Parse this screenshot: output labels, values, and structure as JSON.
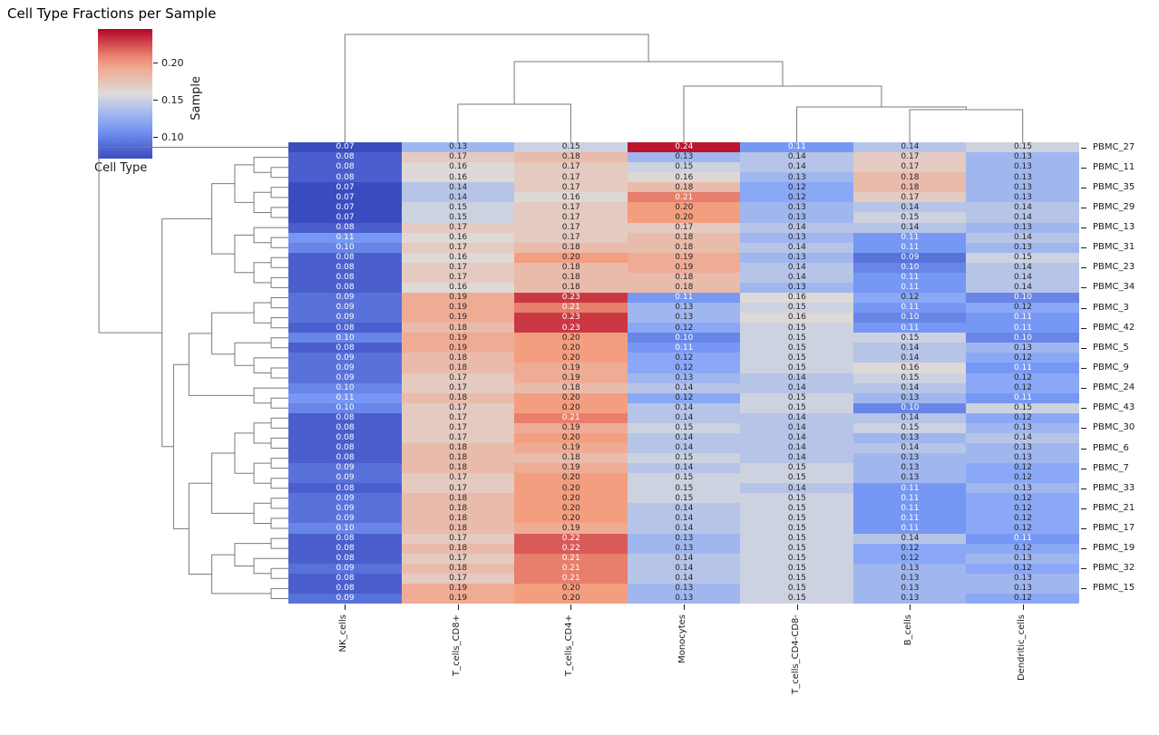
{
  "title": "Cell Type Fractions per Sample",
  "axis_labels": {
    "row": "Sample",
    "col": "Cell Type"
  },
  "colorbar": {
    "tick_labels": [
      "0.20",
      "0.15",
      "0.10"
    ],
    "tick_values": [
      0.2,
      0.15,
      0.1
    ],
    "vmin": 0.07,
    "vmax": 0.245,
    "colormap": "coolwarm"
  },
  "chart_data": {
    "type": "heatmap",
    "title": "Cell Type Fractions per Sample",
    "xlabel": "Cell Type",
    "ylabel": "Sample",
    "colormap": "coolwarm",
    "vmin": 0.07,
    "vmax": 0.245,
    "annotation_format": ".2f",
    "legend_position": "upper-left colorbar",
    "columns": [
      "NK_cells",
      "T_cells_CD8+",
      "T_cells_CD4+",
      "Monocytes",
      "T_cells_CD4-CD8-",
      "B_cells",
      "Dendritic_cells"
    ],
    "row_tick_labels": [
      "PBMC_27",
      "",
      "PBMC_11",
      "",
      "PBMC_35",
      "",
      "PBMC_29",
      "",
      "PBMC_13",
      "",
      "PBMC_31",
      "",
      "PBMC_23",
      "",
      "PBMC_34",
      "",
      "PBMC_3",
      "",
      "PBMC_42",
      "",
      "PBMC_5",
      "",
      "PBMC_9",
      "",
      "PBMC_24",
      "",
      "PBMC_43",
      "",
      "PBMC_30",
      "",
      "PBMC_6",
      "",
      "PBMC_7",
      "",
      "PBMC_33",
      "",
      "PBMC_21",
      "",
      "PBMC_17",
      "",
      "PBMC_19",
      "",
      "PBMC_32",
      "",
      "PBMC_15",
      ""
    ],
    "values": [
      [
        0.07,
        0.13,
        0.15,
        0.24,
        0.11,
        0.14,
        0.15
      ],
      [
        0.08,
        0.17,
        0.18,
        0.13,
        0.14,
        0.17,
        0.13
      ],
      [
        0.08,
        0.16,
        0.17,
        0.15,
        0.14,
        0.17,
        0.13
      ],
      [
        0.08,
        0.16,
        0.17,
        0.16,
        0.13,
        0.18,
        0.13
      ],
      [
        0.07,
        0.14,
        0.17,
        0.18,
        0.12,
        0.18,
        0.13
      ],
      [
        0.07,
        0.14,
        0.16,
        0.21,
        0.12,
        0.17,
        0.13
      ],
      [
        0.07,
        0.15,
        0.17,
        0.2,
        0.13,
        0.14,
        0.14
      ],
      [
        0.07,
        0.15,
        0.17,
        0.2,
        0.13,
        0.15,
        0.14
      ],
      [
        0.08,
        0.17,
        0.17,
        0.17,
        0.14,
        0.14,
        0.13
      ],
      [
        0.11,
        0.16,
        0.17,
        0.18,
        0.13,
        0.11,
        0.14
      ],
      [
        0.1,
        0.17,
        0.18,
        0.18,
        0.14,
        0.11,
        0.13
      ],
      [
        0.08,
        0.16,
        0.2,
        0.19,
        0.13,
        0.09,
        0.15
      ],
      [
        0.08,
        0.17,
        0.18,
        0.19,
        0.14,
        0.1,
        0.14
      ],
      [
        0.08,
        0.17,
        0.18,
        0.18,
        0.14,
        0.11,
        0.14
      ],
      [
        0.08,
        0.16,
        0.18,
        0.18,
        0.13,
        0.11,
        0.14
      ],
      [
        0.09,
        0.19,
        0.23,
        0.11,
        0.16,
        0.12,
        0.1
      ],
      [
        0.09,
        0.19,
        0.21,
        0.13,
        0.15,
        0.11,
        0.12
      ],
      [
        0.09,
        0.19,
        0.23,
        0.13,
        0.16,
        0.1,
        0.11
      ],
      [
        0.08,
        0.18,
        0.23,
        0.12,
        0.15,
        0.11,
        0.11
      ],
      [
        0.1,
        0.19,
        0.2,
        0.1,
        0.15,
        0.15,
        0.1
      ],
      [
        0.08,
        0.19,
        0.2,
        0.11,
        0.15,
        0.14,
        0.13
      ],
      [
        0.09,
        0.18,
        0.2,
        0.12,
        0.15,
        0.14,
        0.12
      ],
      [
        0.09,
        0.18,
        0.19,
        0.12,
        0.15,
        0.16,
        0.11
      ],
      [
        0.09,
        0.17,
        0.19,
        0.13,
        0.14,
        0.15,
        0.12
      ],
      [
        0.1,
        0.17,
        0.18,
        0.14,
        0.14,
        0.14,
        0.12
      ],
      [
        0.11,
        0.18,
        0.2,
        0.12,
        0.15,
        0.13,
        0.11
      ],
      [
        0.1,
        0.17,
        0.2,
        0.14,
        0.15,
        0.1,
        0.15
      ],
      [
        0.08,
        0.17,
        0.21,
        0.14,
        0.14,
        0.14,
        0.12
      ],
      [
        0.08,
        0.17,
        0.19,
        0.15,
        0.14,
        0.15,
        0.13
      ],
      [
        0.08,
        0.17,
        0.2,
        0.14,
        0.14,
        0.13,
        0.14
      ],
      [
        0.08,
        0.18,
        0.19,
        0.14,
        0.14,
        0.14,
        0.13
      ],
      [
        0.08,
        0.18,
        0.18,
        0.15,
        0.14,
        0.13,
        0.13
      ],
      [
        0.09,
        0.18,
        0.19,
        0.14,
        0.15,
        0.13,
        0.12
      ],
      [
        0.09,
        0.17,
        0.2,
        0.15,
        0.15,
        0.13,
        0.12
      ],
      [
        0.08,
        0.17,
        0.2,
        0.15,
        0.14,
        0.11,
        0.13
      ],
      [
        0.09,
        0.18,
        0.2,
        0.15,
        0.15,
        0.11,
        0.12
      ],
      [
        0.09,
        0.18,
        0.2,
        0.14,
        0.15,
        0.11,
        0.12
      ],
      [
        0.09,
        0.18,
        0.2,
        0.14,
        0.15,
        0.11,
        0.12
      ],
      [
        0.1,
        0.18,
        0.19,
        0.14,
        0.15,
        0.11,
        0.12
      ],
      [
        0.08,
        0.17,
        0.22,
        0.13,
        0.15,
        0.14,
        0.11
      ],
      [
        0.08,
        0.18,
        0.22,
        0.13,
        0.15,
        0.12,
        0.12
      ],
      [
        0.08,
        0.17,
        0.21,
        0.14,
        0.15,
        0.12,
        0.13
      ],
      [
        0.09,
        0.18,
        0.21,
        0.14,
        0.15,
        0.13,
        0.12
      ],
      [
        0.08,
        0.17,
        0.21,
        0.14,
        0.15,
        0.13,
        0.13
      ],
      [
        0.08,
        0.19,
        0.2,
        0.13,
        0.15,
        0.13,
        0.13
      ],
      [
        0.09,
        0.19,
        0.2,
        0.13,
        0.15,
        0.13,
        0.12
      ]
    ],
    "col_dendrogram": {
      "h": 0.952,
      "children": [
        {
          "leaf": 0
        },
        {
          "h": 0.712,
          "children": [
            {
              "h": 0.336,
              "children": [
                {
                  "leaf": 1
                },
                {
                  "leaf": 2
                }
              ]
            },
            {
              "h": 0.496,
              "children": [
                {
                  "leaf": 3
                },
                {
                  "h": 0.312,
                  "children": [
                    {
                      "leaf": 4
                    },
                    {
                      "h": 0.288,
                      "children": [
                        {
                          "leaf": 5
                        },
                        {
                          "leaf": 6
                        }
                      ]
                    }
                  ]
                }
              ]
            }
          ]
        }
      ]
    },
    "row_dendrogram": [
      0,
      [
        [
          [
            [
              1,
              [
                2,
                3
              ]
            ],
            [
              [
                4,
                5
              ],
              [
                6,
                7
              ]
            ]
          ],
          [
            [
              8,
              [
                9,
                10
              ]
            ],
            [
              [
                11,
                12
              ],
              [
                13,
                14
              ]
            ]
          ]
        ],
        [
          [
            [
              [
                [
                  15,
                  16
                ],
                [
                  17,
                  18
                ]
              ],
              [
                [
                  19,
                  20
                ],
                [
                  21,
                  [
                    22,
                    23
                  ]
                ]
              ]
            ],
            [
              24,
              [
                25,
                26
              ]
            ]
          ],
          [
            [
              [
                [
                  [
                    27,
                    28
                  ],
                  [
                    29,
                    30
                  ]
                ],
                [
                  [
                    31,
                    32
                  ],
                  [
                    33,
                    34
                  ]
                ]
              ],
              [
                [
                  35,
                  36
                ],
                [
                  37,
                  38
                ]
              ]
            ],
            [
              [
                [
                  39,
                  40
                ],
                [
                  41,
                  [
                    42,
                    43
                  ]
                ]
              ],
              [
                44,
                45
              ]
            ]
          ]
        ]
      ]
    ]
  }
}
